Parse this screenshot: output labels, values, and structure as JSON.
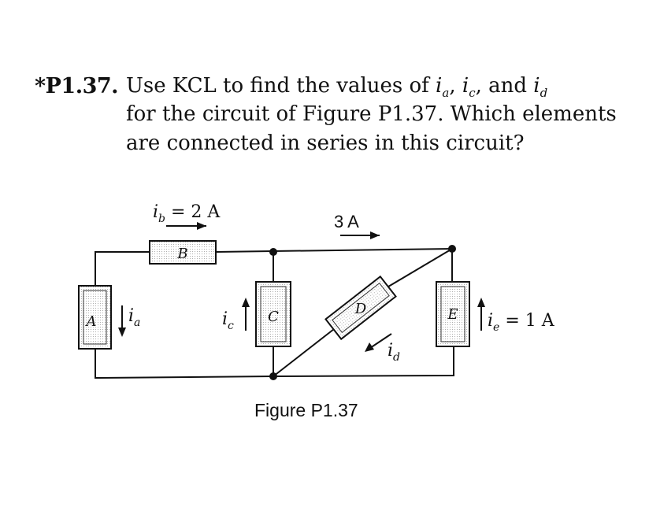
{
  "problem": {
    "number": "*P1.37.",
    "line1_pre": "Use KCL to find the values of ",
    "line1_ia": "i",
    "line1_ia_sub": "a",
    "line1_sep1": ", ",
    "line1_ic": "i",
    "line1_ic_sub": "c",
    "line1_sep2": ", and ",
    "line1_id": "i",
    "line1_id_sub": "d",
    "line2": "for the circuit of Figure P1.37. Which elements",
    "line3": "are connected in series in this circuit?"
  },
  "figure": {
    "caption": "Figure P1.37",
    "elements": {
      "a": "A",
      "b": "B",
      "c": "C",
      "d": "D",
      "e": "E"
    },
    "labels": {
      "ib_var": "i",
      "ib_sub": "b",
      "ib_value": " = 2 A",
      "top_current": "3 A",
      "ia_var": "i",
      "ia_sub": "a",
      "ic_var": "i",
      "ic_sub": "c",
      "id_var": "i",
      "id_sub": "d",
      "ie_var": "i",
      "ie_sub": "e",
      "ie_value": " = 1 A"
    }
  }
}
